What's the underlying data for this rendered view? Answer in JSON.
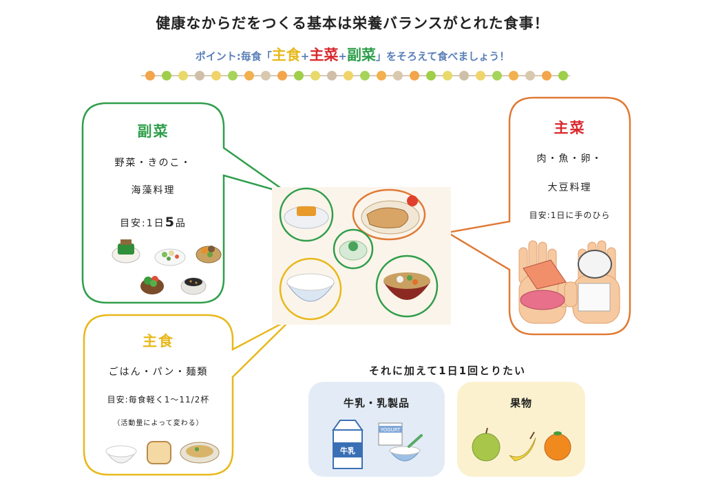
{
  "header": {
    "title": "健康なからだをつくる基本は栄養バランスがとれた食事！",
    "subtitle_prefix": "ポイント:毎食「",
    "shushoku": "主食",
    "plus": "+",
    "shusai": "主菜",
    "fukusai": "副菜",
    "subtitle_suffix": "」をそろえて食べましょう！"
  },
  "colors": {
    "green": "#2e9e4a",
    "orange": "#e07a36",
    "yellow": "#e8b81a",
    "red": "#d9262b",
    "blue_text": "#5a7fb8",
    "milk_box": "#e3ecf6",
    "fruit_box": "#fbf1cf"
  },
  "fukusai_bubble": {
    "title": "副菜",
    "line1": "野菜・きのこ・",
    "line2": "海藻料理",
    "guide_prefix": "目安:1日",
    "guide_num": "5",
    "guide_suffix": "品"
  },
  "shusai_bubble": {
    "title": "主菜",
    "line1": "肉・魚・卵・",
    "line2": "大豆料理",
    "guide": "目安:1日に手のひら"
  },
  "shushoku_bubble": {
    "title": "主食",
    "line1": "ごはん・パン・麺類",
    "guide": "目安:毎食軽く1〜11/2杯",
    "note": "（活動量によって変わる）"
  },
  "extra": {
    "heading": "それに加えて1日1回とりたい",
    "milk": "牛乳・乳製品",
    "fruit": "果物",
    "milk_carton_text": "牛乳",
    "yogurt_text": "YOGURT"
  }
}
